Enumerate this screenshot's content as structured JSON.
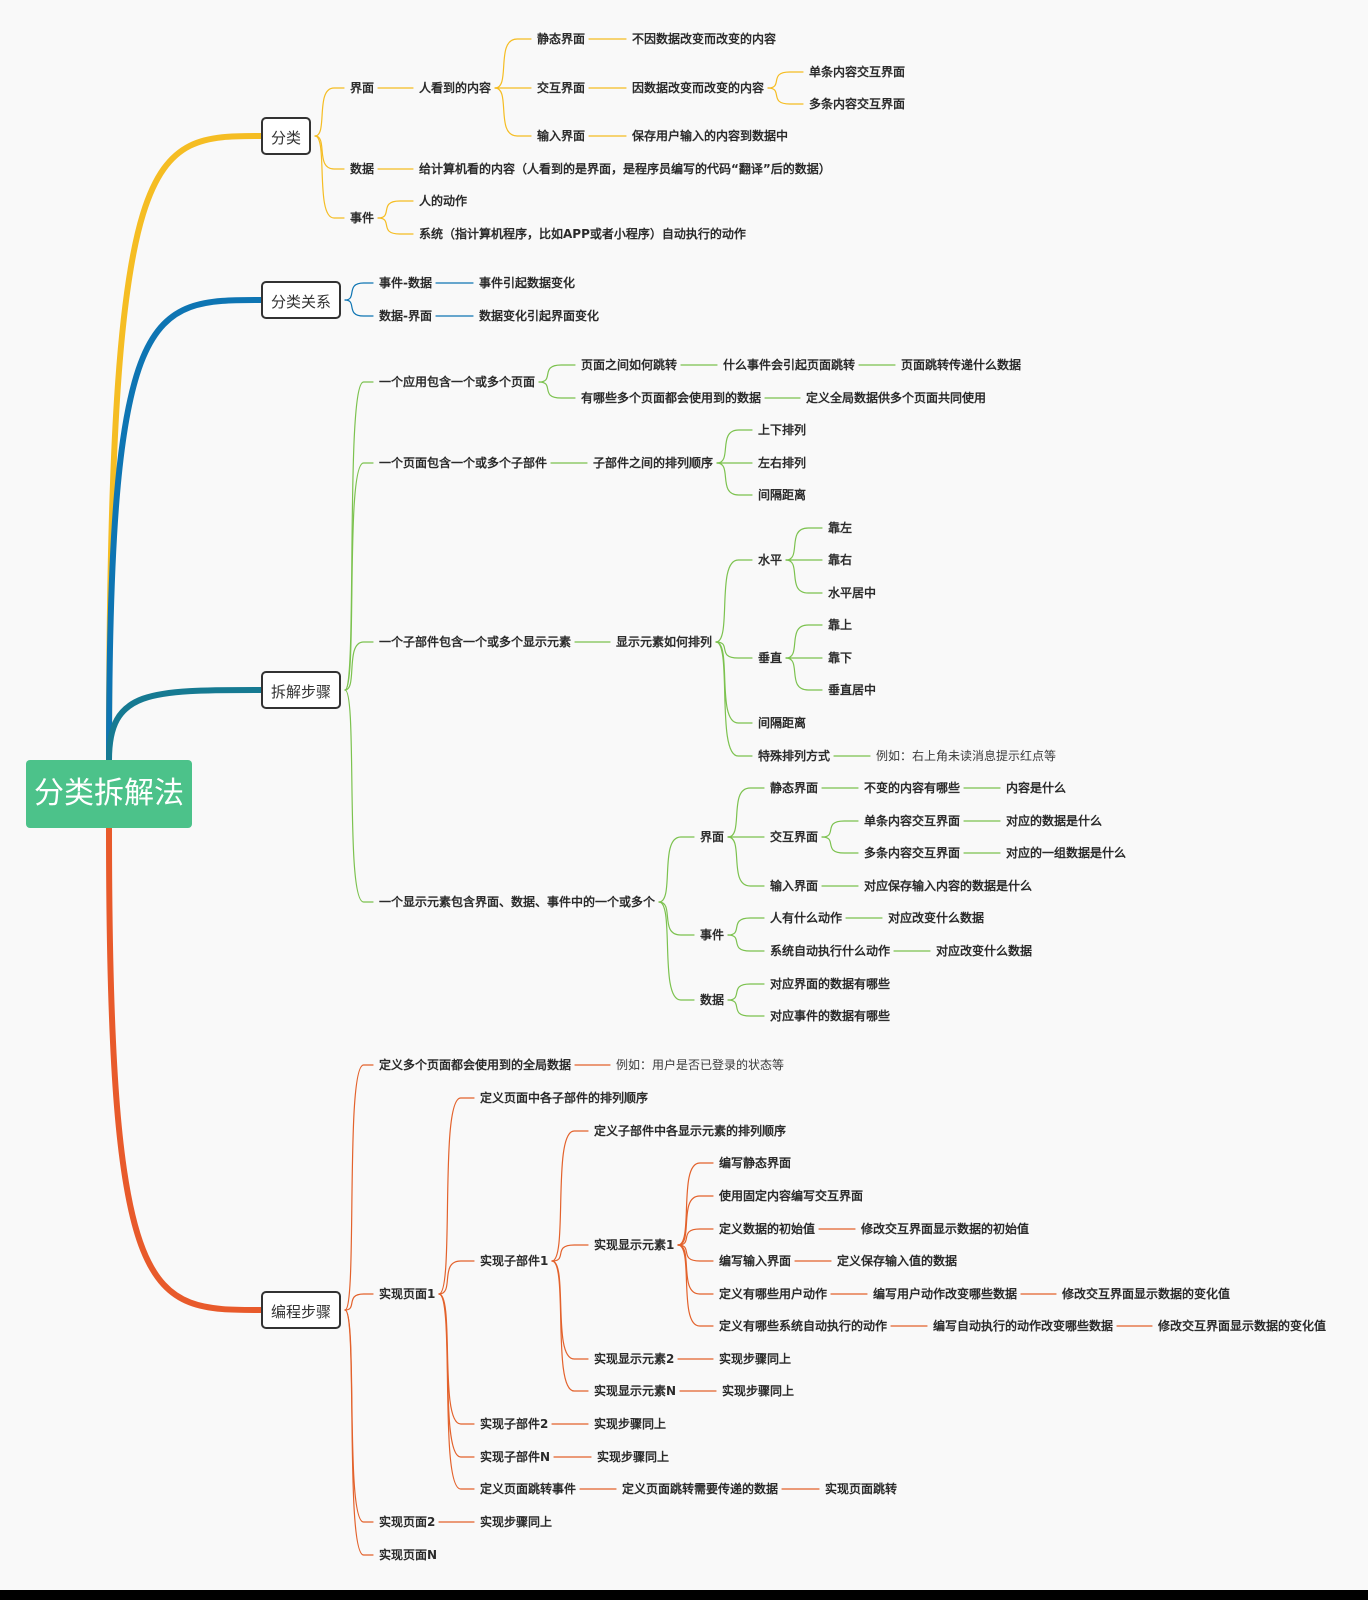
{
  "root": "分类拆解法",
  "colors": {
    "classify": "#f5bd23",
    "relation": "#0e75b3",
    "steps": "#167a92",
    "coding": "#e85a2b",
    "steps_lines": "#7cc24f",
    "coding_lines": "#e3622c"
  },
  "branches": {
    "classify": "分类",
    "relation": "分类关系",
    "steps": "拆解步骤",
    "coding": "编程步骤"
  },
  "classify": {
    "ui": "界面",
    "ui_seen": "人看到的内容",
    "static_ui": "静态界面",
    "static_ui_desc": "不因数据改变而改变的内容",
    "inter_ui": "交互界面",
    "inter_ui_desc": "因数据改变而改变的内容",
    "single_inter": "单条内容交互界面",
    "multi_inter": "多条内容交互界面",
    "input_ui": "输入界面",
    "input_ui_desc": "保存用户输入的内容到数据中",
    "data": "数据",
    "data_desc": "给计算机看的内容（人看到的是界面，是程序员编写的代码“翻译”后的数据）",
    "event": "事件",
    "event_human": "人的动作",
    "event_system": "系统（指计算机程序，比如APP或者小程序）自动执行的动作"
  },
  "relation": {
    "ev_data": "事件-数据",
    "ev_data_desc": "事件引起数据变化",
    "data_ui": "数据-界面",
    "data_ui_desc": "数据变化引起界面变化"
  },
  "steps": {
    "app": "一个应用包含一个或多个页面",
    "page_jump": "页面之间如何跳转",
    "jump_event": "什么事件会引起页面跳转",
    "jump_data": "页面跳转传递什么数据",
    "shared_data": "有哪些多个页面都会使用到的数据",
    "global_data": "定义全局数据供多个页面共同使用",
    "page": "一个页面包含一个或多个子部件",
    "sub_order": "子部件之间的排列顺序",
    "vertical_list": "上下排列",
    "horizontal_list": "左右排列",
    "spacing": "间隔距离",
    "sub": "一个子部件包含一个或多个显示元素",
    "elem_arrange": "显示元素如何排列",
    "horizontal": "水平",
    "align_left": "靠左",
    "align_right": "靠右",
    "h_center": "水平居中",
    "vertical": "垂直",
    "align_top": "靠上",
    "align_bottom": "靠下",
    "v_center": "垂直居中",
    "spacing2": "间隔距离",
    "special": "特殊排列方式",
    "special_example": "例如：右上角未读消息提示红点等",
    "elem": "一个显示元素包含界面、数据、事件中的一个或多个",
    "e_ui": "界面",
    "e_static": "静态界面",
    "e_static_q": "不变的内容有哪些",
    "e_static_a": "内容是什么",
    "e_inter": "交互界面",
    "e_single": "单条内容交互界面",
    "e_single_a": "对应的数据是什么",
    "e_multi": "多条内容交互界面",
    "e_multi_a": "对应的一组数据是什么",
    "e_input": "输入界面",
    "e_input_a": "对应保存输入内容的数据是什么",
    "e_event": "事件",
    "e_human": "人有什么动作",
    "e_human_a": "对应改变什么数据",
    "e_system": "系统自动执行什么动作",
    "e_system_a": "对应改变什么数据",
    "e_data": "数据",
    "e_data_ui": "对应界面的数据有哪些",
    "e_data_event": "对应事件的数据有哪些"
  },
  "coding": {
    "global": "定义多个页面都会使用到的全局数据",
    "global_example": "例如：用户是否已登录的状态等",
    "page1": "实现页面1",
    "sub_order": "定义页面中各子部件的排列顺序",
    "sub1": "实现子部件1",
    "elem_order": "定义子部件中各显示元素的排列顺序",
    "elem1": "实现显示元素1",
    "write_static": "编写静态界面",
    "fixed_inter": "使用固定内容编写交互界面",
    "init_data": "定义数据的初始值",
    "init_data_a": "修改交互界面显示数据的初始值",
    "write_input": "编写输入界面",
    "write_input_a": "定义保存输入值的数据",
    "user_action": "定义有哪些用户动作",
    "user_action_a": "编写用户动作改变哪些数据",
    "user_action_b": "修改交互界面显示数据的变化值",
    "sys_action": "定义有哪些系统自动执行的动作",
    "sys_action_a": "编写自动执行的动作改变哪些数据",
    "sys_action_b": "修改交互界面显示数据的变化值",
    "elem2": "实现显示元素2",
    "elem2_a": "实现步骤同上",
    "elemN": "实现显示元素N",
    "elemN_a": "实现步骤同上",
    "sub2": "实现子部件2",
    "sub2_a": "实现步骤同上",
    "subN": "实现子部件N",
    "subN_a": "实现步骤同上",
    "jump_event": "定义页面跳转事件",
    "jump_data": "定义页面跳转需要传递的数据",
    "jump": "实现页面跳转",
    "page2": "实现页面2",
    "page2_a": "实现步骤同上",
    "pageN": "实现页面N"
  }
}
